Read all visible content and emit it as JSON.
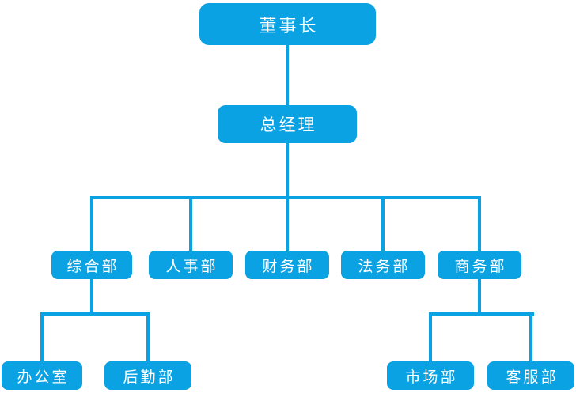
{
  "colors": {
    "node_fill": "#0aa2e2",
    "node_text": "#ffffff",
    "connector": "#0aa2e2",
    "background": "#ffffff"
  },
  "org_chart": {
    "type": "org-tree",
    "nodes": {
      "chairman": {
        "label": "董事长",
        "level": 1,
        "reports_to": null
      },
      "general_manager": {
        "label": "总经理",
        "level": 2,
        "reports_to": "chairman"
      },
      "general_affairs": {
        "label": "综合部",
        "level": 3,
        "reports_to": "general_manager"
      },
      "hr": {
        "label": "人事部",
        "level": 3,
        "reports_to": "general_manager"
      },
      "finance": {
        "label": "财务部",
        "level": 3,
        "reports_to": "general_manager"
      },
      "legal": {
        "label": "法务部",
        "level": 3,
        "reports_to": "general_manager"
      },
      "business": {
        "label": "商务部",
        "level": 3,
        "reports_to": "general_manager"
      },
      "office": {
        "label": "办公室",
        "level": 4,
        "reports_to": "general_affairs"
      },
      "logistics": {
        "label": "后勤部",
        "level": 4,
        "reports_to": "general_affairs"
      },
      "marketing": {
        "label": "市场部",
        "level": 4,
        "reports_to": "business"
      },
      "customer_service": {
        "label": "客服部",
        "level": 4,
        "reports_to": "business"
      }
    }
  }
}
